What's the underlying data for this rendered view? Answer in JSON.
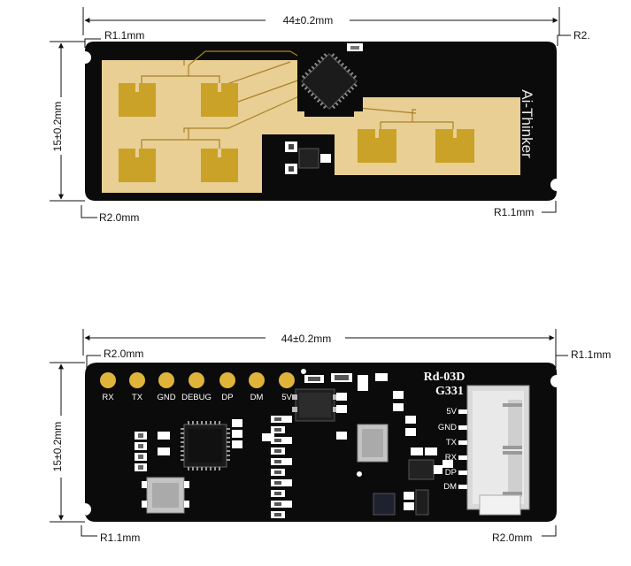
{
  "top_view": {
    "width_label": "44±0.2mm",
    "height_label": "15±0.2mm",
    "corner_top_left": "R1.1mm",
    "corner_top_right": "R2.",
    "corner_bottom_left": "R2.0mm",
    "corner_bottom_right": "R1.1mm",
    "silkscreen": "Ai-Thinker"
  },
  "bottom_view": {
    "width_label": "44±0.2mm",
    "height_label": "15±0.2mm",
    "corner_top_left": "R2.0mm",
    "corner_top_right": "R1.1mm",
    "corner_bottom_left": "R1.1mm",
    "corner_bottom_right": "R2.0mm",
    "model": "Rd-03D",
    "batch": "G331",
    "pads": [
      "RX",
      "TX",
      "GND",
      "DEBUG",
      "DP",
      "DM",
      "5V"
    ],
    "connector_pins": [
      "5V",
      "GND",
      "TX",
      "RX",
      "DP",
      "DM"
    ]
  },
  "colors": {
    "pcb": "#0b0b0b",
    "copper_fill": "#e9cf93",
    "antenna_patch": "#c9a227",
    "pad_gold": "#e0b43a",
    "connector": "#dcdcdc"
  }
}
